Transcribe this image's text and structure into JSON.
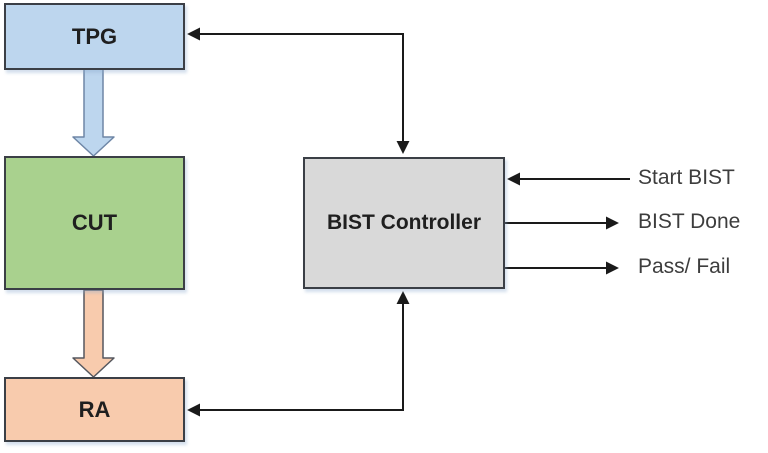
{
  "diagram": {
    "title": "BIST architecture block diagram",
    "blocks": {
      "tpg": {
        "label": "TPG"
      },
      "cut": {
        "label": "CUT"
      },
      "ra": {
        "label": "RA"
      },
      "controller": {
        "label": "BIST Controller"
      }
    },
    "signals": [
      {
        "label": "Start BIST",
        "direction": "input"
      },
      {
        "label": "BIST Done",
        "direction": "output"
      },
      {
        "label": "Pass/ Fail",
        "direction": "output"
      }
    ],
    "connections": [
      {
        "from": "BIST Controller",
        "to": "TPG",
        "style": "thin-double-arrow"
      },
      {
        "from": "RA",
        "to": "BIST Controller",
        "style": "thin-double-arrow"
      },
      {
        "from": "TPG",
        "to": "CUT",
        "style": "thick-block-arrow"
      },
      {
        "from": "CUT",
        "to": "RA",
        "style": "thick-block-arrow"
      }
    ],
    "colors": {
      "tpg_fill": "#BDD6EE",
      "cut_fill": "#A9D18E",
      "ra_fill": "#F8CBAD",
      "controller_fill": "#D9D9D9",
      "blue_arrow_fill": "#BDD6EE",
      "blue_arrow_stroke": "#6E86A6",
      "orange_arrow_fill": "#F8CBAD",
      "orange_arrow_stroke": "#55575E",
      "wire": "#1A1A1A"
    }
  }
}
